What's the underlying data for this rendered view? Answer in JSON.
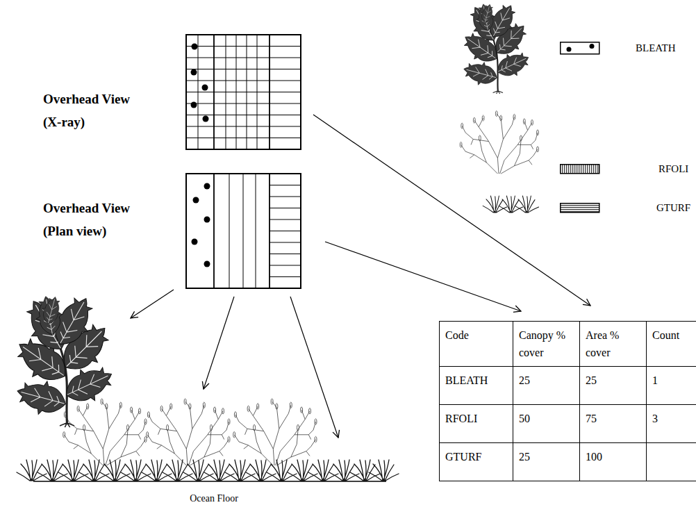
{
  "diagram": {
    "nodes": [
      {
        "text": [
          "Overhead View (X-ray)"
        ]
      },
      {
        "text": [
          "Overhead View (Plan view)"
        ]
      },
      {
        "text": [
          "Code",
          "Canopy % cover",
          "Area % cover",
          "Count",
          "BLEATH",
          "25",
          "25",
          "1",
          "RFOLI",
          "50",
          "75",
          "3",
          "GTURF",
          "25",
          "100"
        ]
      }
    ],
    "edges": [
      {
        "from": 0,
        "to": 2,
        "arrow": "to"
      },
      {
        "from": 1,
        "to": 2,
        "arrow": "to"
      }
    ],
    "labels": [
      "Ocean Floor"
    ],
    "legend": [
      {
        "text": "BLEATH"
      },
      {
        "text": "RFOLI"
      },
      {
        "text": "GTURF"
      }
    ]
  }
}
